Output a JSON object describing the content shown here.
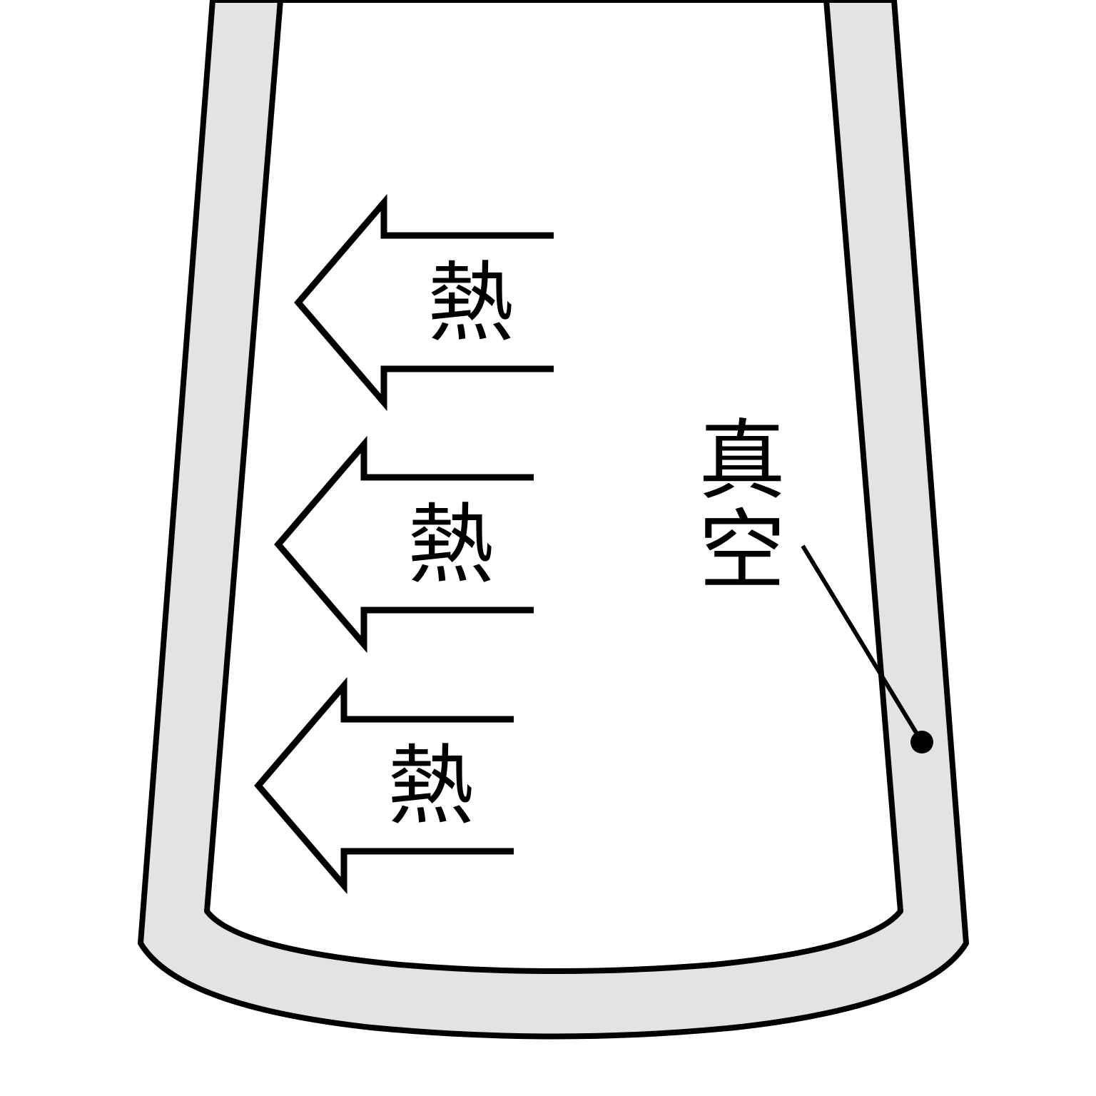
{
  "labels": {
    "heat": "熱",
    "vacuum_1": "真",
    "vacuum_2": "空"
  },
  "colors": {
    "stroke": "#000000",
    "vacuum_fill": "#e3e3e3",
    "background": "#ffffff"
  }
}
